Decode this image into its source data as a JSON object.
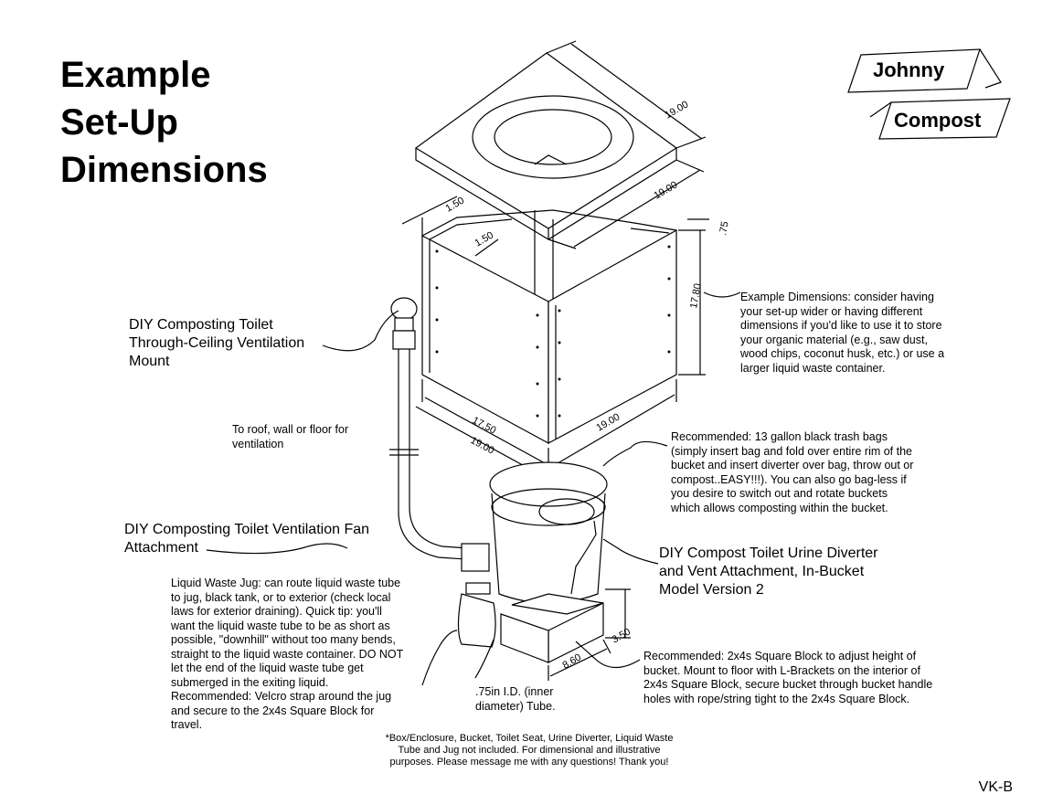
{
  "title": [
    "Example",
    "Set-Up",
    "Dimensions"
  ],
  "logo": {
    "line1": "Johnny",
    "line2": "Compost"
  },
  "dimensions": {
    "top_depth": "19.00",
    "top_width": "19.00",
    "top_thickness": ".75",
    "height": "17.80",
    "wall_outer": "1.50",
    "wall_inner": "1.50",
    "base_front": "17.50",
    "base_front_outer": "19.00",
    "base_side": "19.00",
    "block_height": "3.50",
    "block_width": "8.60"
  },
  "callouts": {
    "ceiling_mount": "DIY Composting Toilet Through-Ceiling Ventilation Mount",
    "roof_note": "To roof, wall or floor for ventilation",
    "fan_attachment": "DIY Composting Toilet Ventilation Fan Attachment",
    "urine_diverter": "DIY Compost Toilet Urine Diverter and Vent Attachment, In-Bucket Model Version 2",
    "example_dimensions": "Example Dimensions:  consider having your set-up wider or having different dimensions if you'd like to use it to store your organic material (e.g., saw dust, wood chips, coconut husk, etc.) or use a larger liquid waste container.",
    "trash_bags": "Recommended:  13 gallon black trash bags (simply insert bag and fold over entire rim of the bucket and insert diverter over bag, throw out or compost..EASY!!!).  You can also go bag-less if you desire to switch out and rotate buckets which allows composting within the bucket.",
    "liquid_jug": "Liquid Waste Jug: can route liquid waste tube to jug, black tank, or to exterior (check local laws for exterior draining).  Quick tip: you'll want the liquid waste tube to be as short as possible, \"downhill\" without too many bends, straight to the liquid waste container.  DO NOT let the end of the liquid waste tube get submerged in the exiting liquid.  Recommended:  Velcro strap around the jug and secure to the 2x4s Square Block for travel.",
    "tube": ".75in I.D. (inner diameter) Tube.",
    "square_block": "Recommended:  2x4s Square Block to adjust height of bucket.  Mount to floor with L-Brackets on the interior of 2x4s Square Block, secure bucket through bucket handle holes with rope/string tight to the 2x4s Square Block.",
    "disclaimer": "*Box/Enclosure, Bucket, Toilet Seat, Urine Diverter, Liquid Waste Tube and Jug not included.  For dimensional and illustrative purposes.  Please message me with any questions! Thank you!"
  },
  "page_code": "VK-B"
}
